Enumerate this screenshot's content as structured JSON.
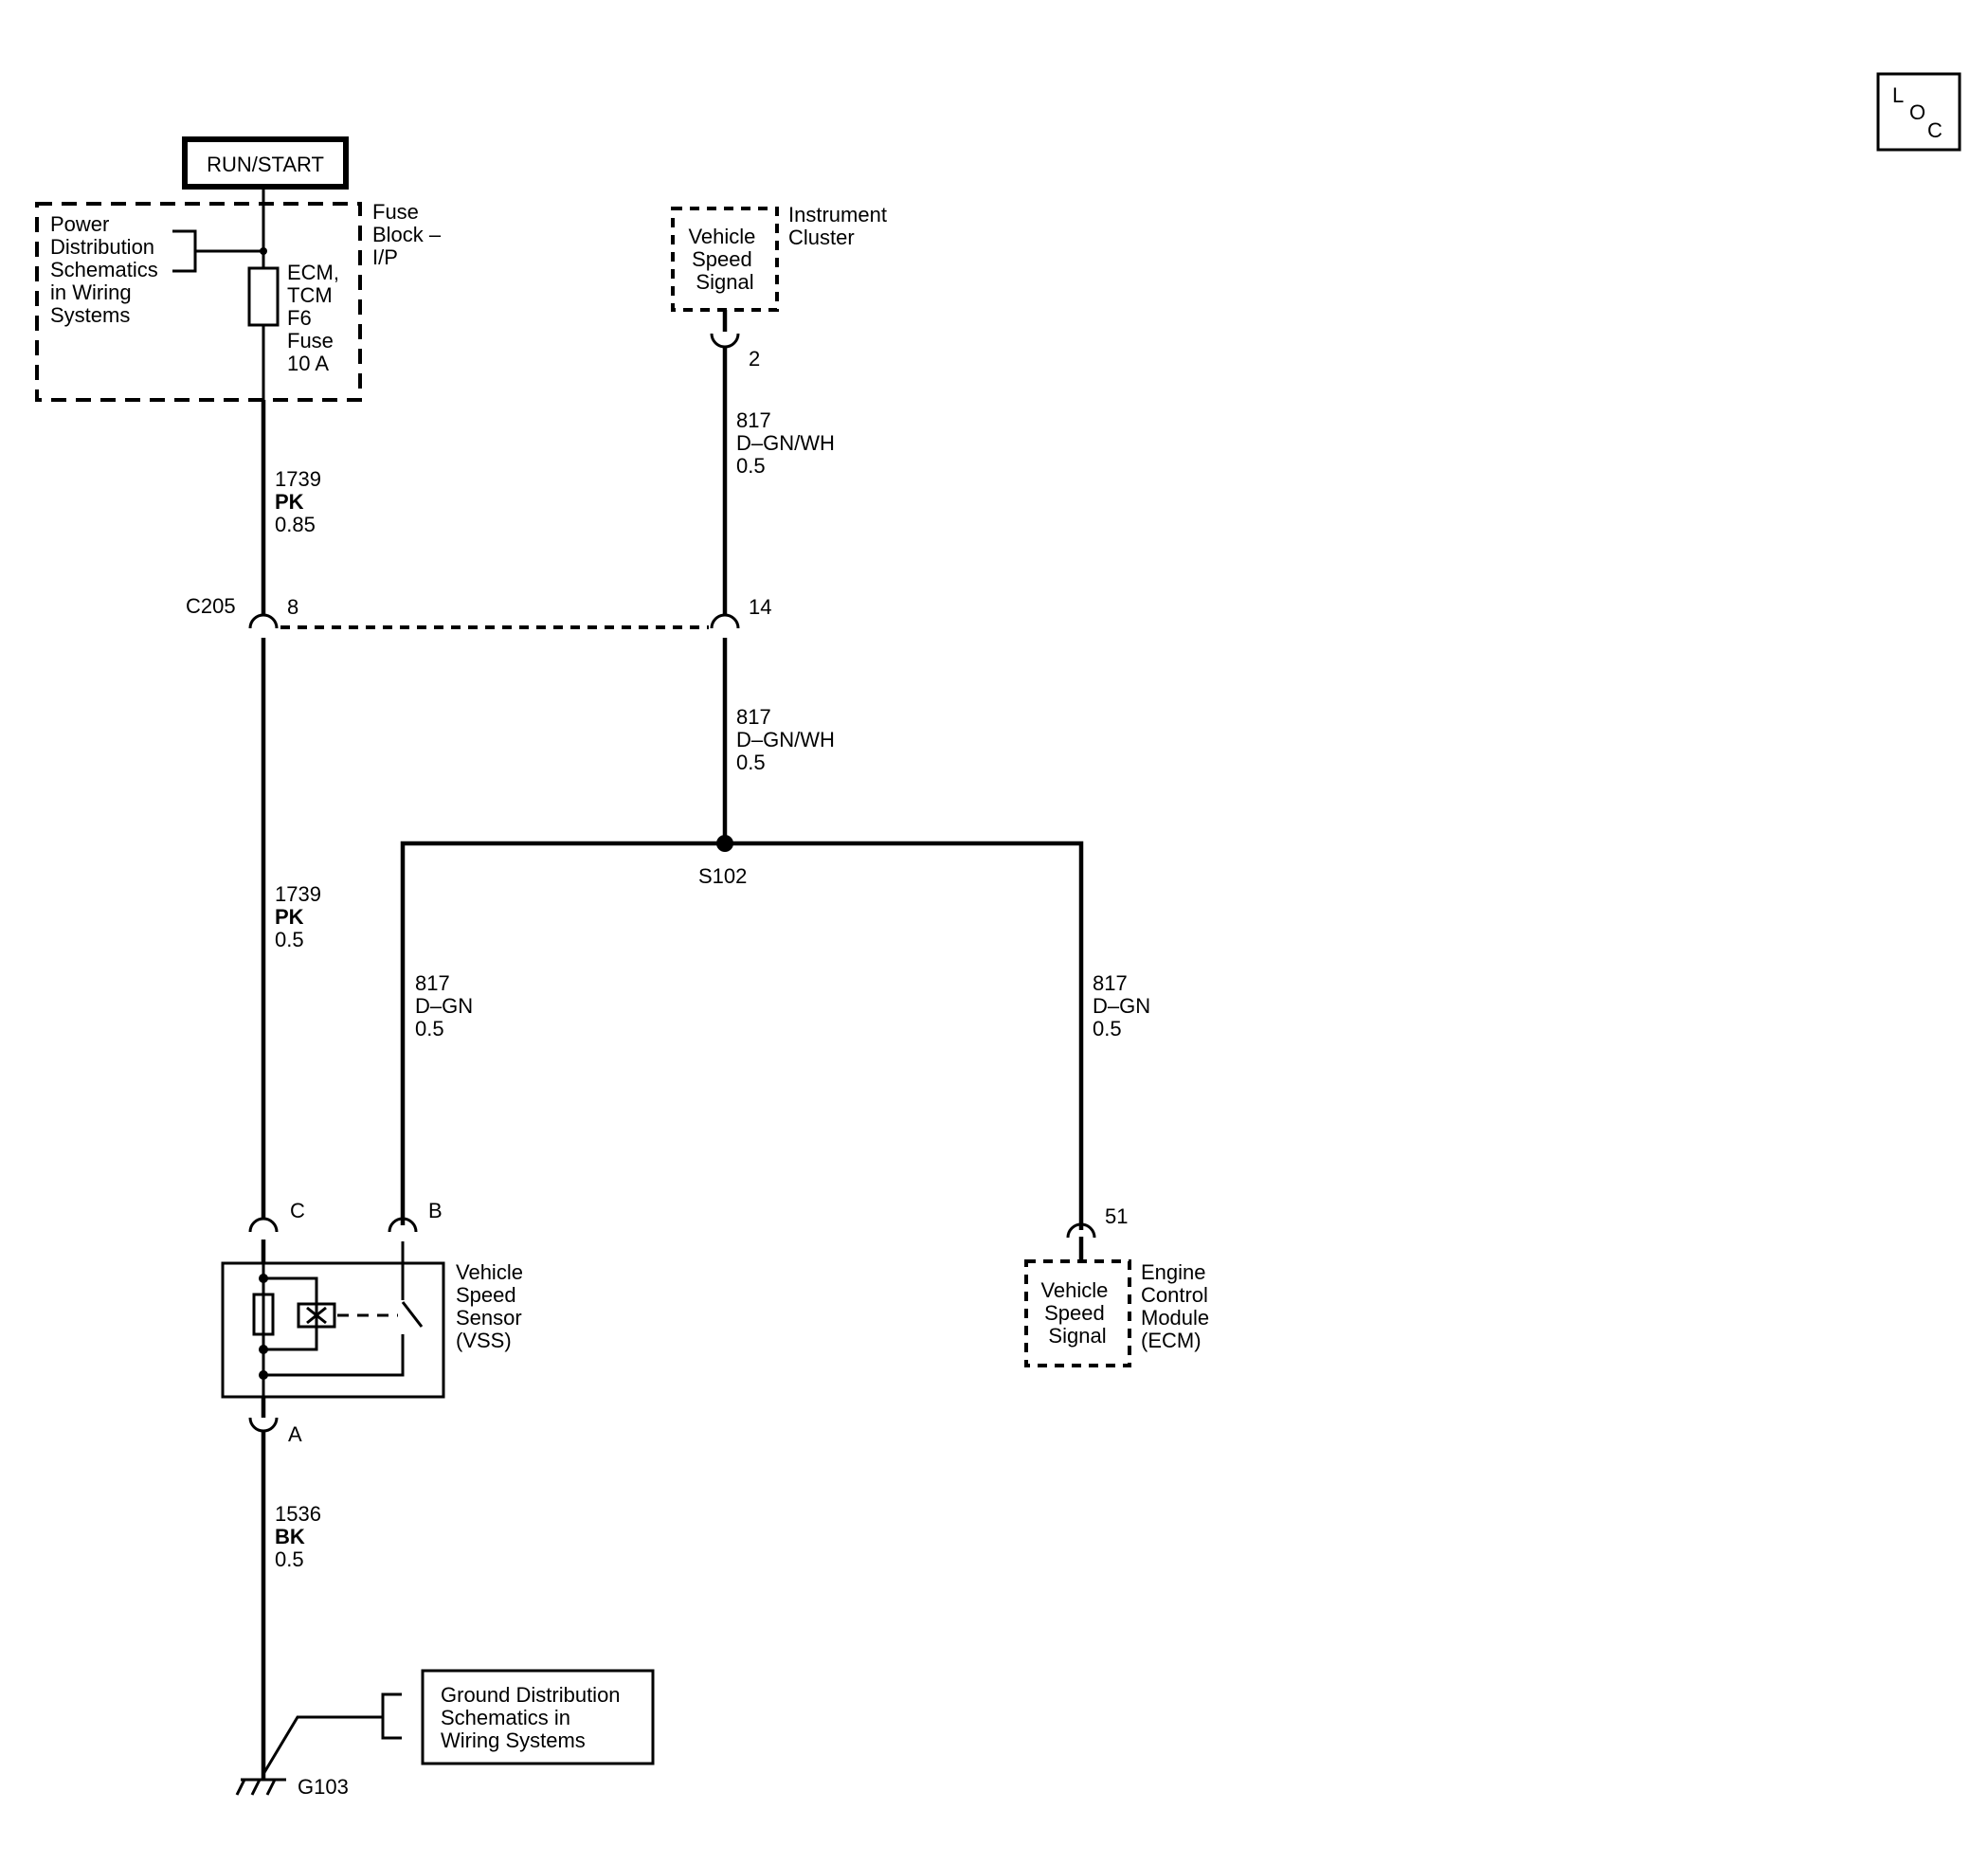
{
  "loc_badge": {
    "l": "L",
    "o": "O",
    "c": "C"
  },
  "power_source": "RUN/START",
  "fuse_block": {
    "ref_lines": [
      "Power",
      "Distribution",
      "Schematics",
      "in Wiring",
      "Systems"
    ],
    "name_lines": [
      "Fuse",
      "Block –",
      "I/P"
    ],
    "fuse_lines": [
      "ECM,",
      "TCM",
      "F6",
      "Fuse",
      "10 A"
    ]
  },
  "instrument_cluster": {
    "signal_lines": [
      "Vehicle",
      "Speed",
      "Signal"
    ],
    "name_lines": [
      "Instrument",
      "Cluster"
    ],
    "pin": "2"
  },
  "connector_c205": {
    "name": "C205",
    "pin_left": "8",
    "pin_right": "14"
  },
  "splice": "S102",
  "wires": {
    "w1739_upper": {
      "circuit": "1739",
      "color": "PK",
      "size": "0.85"
    },
    "w1739_lower": {
      "circuit": "1739",
      "color": "PK",
      "size": "0.5"
    },
    "w817_cluster": {
      "circuit": "817",
      "color": "D–GN/WH",
      "size": "0.5"
    },
    "w817_splice": {
      "circuit": "817",
      "color": "D–GN/WH",
      "size": "0.5"
    },
    "w817_vss": {
      "circuit": "817",
      "color": "D–GN",
      "size": "0.5"
    },
    "w817_ecm": {
      "circuit": "817",
      "color": "D–GN",
      "size": "0.5"
    },
    "w1536": {
      "circuit": "1536",
      "color": "BK",
      "size": "0.5"
    }
  },
  "vss": {
    "name_lines": [
      "Vehicle",
      "Speed",
      "Sensor",
      "(VSS)"
    ],
    "pin_c": "C",
    "pin_b": "B",
    "pin_a": "A"
  },
  "ecm": {
    "signal_lines": [
      "Vehicle",
      "Speed",
      "Signal"
    ],
    "name_lines": [
      "Engine",
      "Control",
      "Module",
      "(ECM)"
    ],
    "pin": "51"
  },
  "ground": {
    "ref_lines": [
      "Ground Distribution",
      "Schematics in",
      "Wiring Systems"
    ],
    "name": "G103"
  }
}
